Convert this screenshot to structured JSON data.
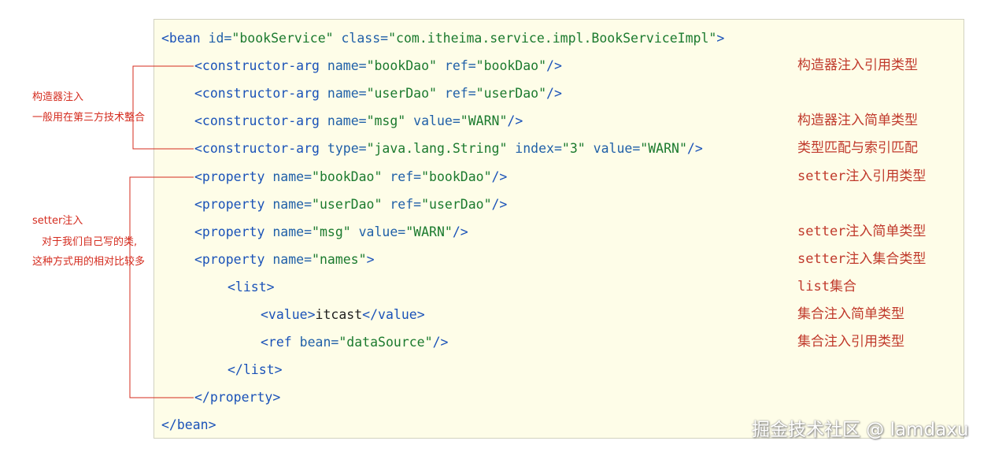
{
  "code_lines": [
    {
      "indent": 0,
      "tokens": [
        {
          "t": "<bean ",
          "c": "tag"
        },
        {
          "t": "id=",
          "c": "attr"
        },
        {
          "t": "\"bookService\"",
          "c": "str"
        },
        {
          "t": " class=",
          "c": "attr"
        },
        {
          "t": "\"com.itheima.service.impl.BookServiceImpl\"",
          "c": "str"
        },
        {
          "t": ">",
          "c": "tag"
        }
      ]
    },
    {
      "indent": 1,
      "tokens": [
        {
          "t": "<constructor-arg ",
          "c": "tag"
        },
        {
          "t": "name=",
          "c": "attr"
        },
        {
          "t": "\"bookDao\"",
          "c": "str"
        },
        {
          "t": " ref=",
          "c": "attr"
        },
        {
          "t": "\"bookDao\"",
          "c": "str"
        },
        {
          "t": "/>",
          "c": "tag"
        }
      ]
    },
    {
      "indent": 1,
      "tokens": [
        {
          "t": "<constructor-arg ",
          "c": "tag"
        },
        {
          "t": "name=",
          "c": "attr"
        },
        {
          "t": "\"userDao\"",
          "c": "str"
        },
        {
          "t": " ref=",
          "c": "attr"
        },
        {
          "t": "\"userDao\"",
          "c": "str"
        },
        {
          "t": "/>",
          "c": "tag"
        }
      ]
    },
    {
      "indent": 1,
      "tokens": [
        {
          "t": "<constructor-arg ",
          "c": "tag"
        },
        {
          "t": "name=",
          "c": "attr"
        },
        {
          "t": "\"msg\"",
          "c": "str"
        },
        {
          "t": " value=",
          "c": "attr"
        },
        {
          "t": "\"WARN\"",
          "c": "str"
        },
        {
          "t": "/>",
          "c": "tag"
        }
      ]
    },
    {
      "indent": 1,
      "tokens": [
        {
          "t": "<constructor-arg ",
          "c": "tag"
        },
        {
          "t": "type=",
          "c": "attr"
        },
        {
          "t": "\"java.lang.String\"",
          "c": "str"
        },
        {
          "t": " index=",
          "c": "attr"
        },
        {
          "t": "\"3\"",
          "c": "str"
        },
        {
          "t": " value=",
          "c": "attr"
        },
        {
          "t": "\"WARN\"",
          "c": "str"
        },
        {
          "t": "/>",
          "c": "tag"
        }
      ]
    },
    {
      "indent": 1,
      "tokens": [
        {
          "t": "<property ",
          "c": "tag"
        },
        {
          "t": "name=",
          "c": "attr"
        },
        {
          "t": "\"bookDao\"",
          "c": "str"
        },
        {
          "t": " ref=",
          "c": "attr"
        },
        {
          "t": "\"bookDao\"",
          "c": "str"
        },
        {
          "t": "/>",
          "c": "tag"
        }
      ]
    },
    {
      "indent": 1,
      "tokens": [
        {
          "t": "<property ",
          "c": "tag"
        },
        {
          "t": "name=",
          "c": "attr"
        },
        {
          "t": "\"userDao\"",
          "c": "str"
        },
        {
          "t": " ref=",
          "c": "attr"
        },
        {
          "t": "\"userDao\"",
          "c": "str"
        },
        {
          "t": "/>",
          "c": "tag"
        }
      ]
    },
    {
      "indent": 1,
      "tokens": [
        {
          "t": "<property ",
          "c": "tag"
        },
        {
          "t": "name=",
          "c": "attr"
        },
        {
          "t": "\"msg\"",
          "c": "str"
        },
        {
          "t": " value=",
          "c": "attr"
        },
        {
          "t": "\"WARN\"",
          "c": "str"
        },
        {
          "t": "/>",
          "c": "tag"
        }
      ]
    },
    {
      "indent": 1,
      "tokens": [
        {
          "t": "<property ",
          "c": "tag"
        },
        {
          "t": "name=",
          "c": "attr"
        },
        {
          "t": "\"names\"",
          "c": "str"
        },
        {
          "t": ">",
          "c": "tag"
        }
      ]
    },
    {
      "indent": 2,
      "tokens": [
        {
          "t": "<list>",
          "c": "tag"
        }
      ]
    },
    {
      "indent": 3,
      "tokens": [
        {
          "t": "<value>",
          "c": "tag"
        },
        {
          "t": "itcast",
          "c": "txt"
        },
        {
          "t": "</value>",
          "c": "tag"
        }
      ]
    },
    {
      "indent": 3,
      "tokens": [
        {
          "t": "<ref ",
          "c": "tag"
        },
        {
          "t": "bean=",
          "c": "attr"
        },
        {
          "t": "\"dataSource\"",
          "c": "str"
        },
        {
          "t": "/>",
          "c": "tag"
        }
      ]
    },
    {
      "indent": 2,
      "tokens": [
        {
          "t": "</list>",
          "c": "tag"
        }
      ]
    },
    {
      "indent": 1,
      "tokens": [
        {
          "t": "</property>",
          "c": "tag"
        }
      ]
    },
    {
      "indent": 0,
      "tokens": [
        {
          "t": "</bean>",
          "c": "tag"
        }
      ]
    }
  ],
  "notes": [
    {
      "line": 1,
      "text": "构造器注入引用类型"
    },
    {
      "line": 3,
      "text": "构造器注入简单类型"
    },
    {
      "line": 4,
      "text": "类型匹配与索引匹配"
    },
    {
      "line": 5,
      "text": "setter注入引用类型"
    },
    {
      "line": 7,
      "text": "setter注入简单类型"
    },
    {
      "line": 8,
      "text": "setter注入集合类型"
    },
    {
      "line": 9,
      "text": "list集合"
    },
    {
      "line": 10,
      "text": "集合注入简单类型"
    },
    {
      "line": 11,
      "text": "集合注入引用类型"
    }
  ],
  "side_notes": {
    "constructor_title": "构造器注入",
    "constructor_desc": "一般用在第三方技术整合",
    "setter_title": "setter注入",
    "setter_desc1": "对于我们自己写的类,",
    "setter_desc2": "这种方式用的相对比较多"
  },
  "watermark": "掘金技术社区 @ lamdaxu",
  "colors": {
    "tag": "#1a52b8",
    "attr": "#2060a8",
    "string": "#1b7a2e",
    "annotation": "#c0392b",
    "bracket": "#d42b1e",
    "panel": "#fefde8"
  }
}
